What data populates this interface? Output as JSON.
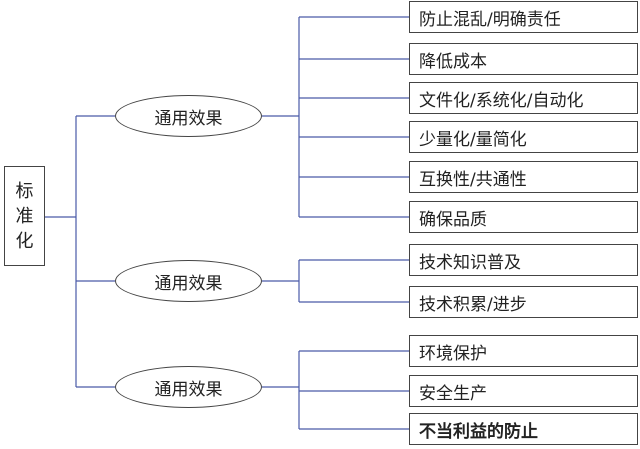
{
  "root": {
    "label": "标准化"
  },
  "groups": [
    {
      "label": "通用效果",
      "items": [
        "防止混乱/明确责任",
        "降低成本",
        "文件化/系统化/自动化",
        "少量化/量简化",
        "互换性/共通性",
        "确保品质"
      ]
    },
    {
      "label": "通用效果",
      "items": [
        "技术知识普及",
        "技术积累/进步"
      ]
    },
    {
      "label": "通用效果",
      "items": [
        "环境保护",
        "安全生产",
        "不当利益的防止"
      ]
    }
  ],
  "colors": {
    "line": "#4a5aa8",
    "border": "#444444"
  }
}
